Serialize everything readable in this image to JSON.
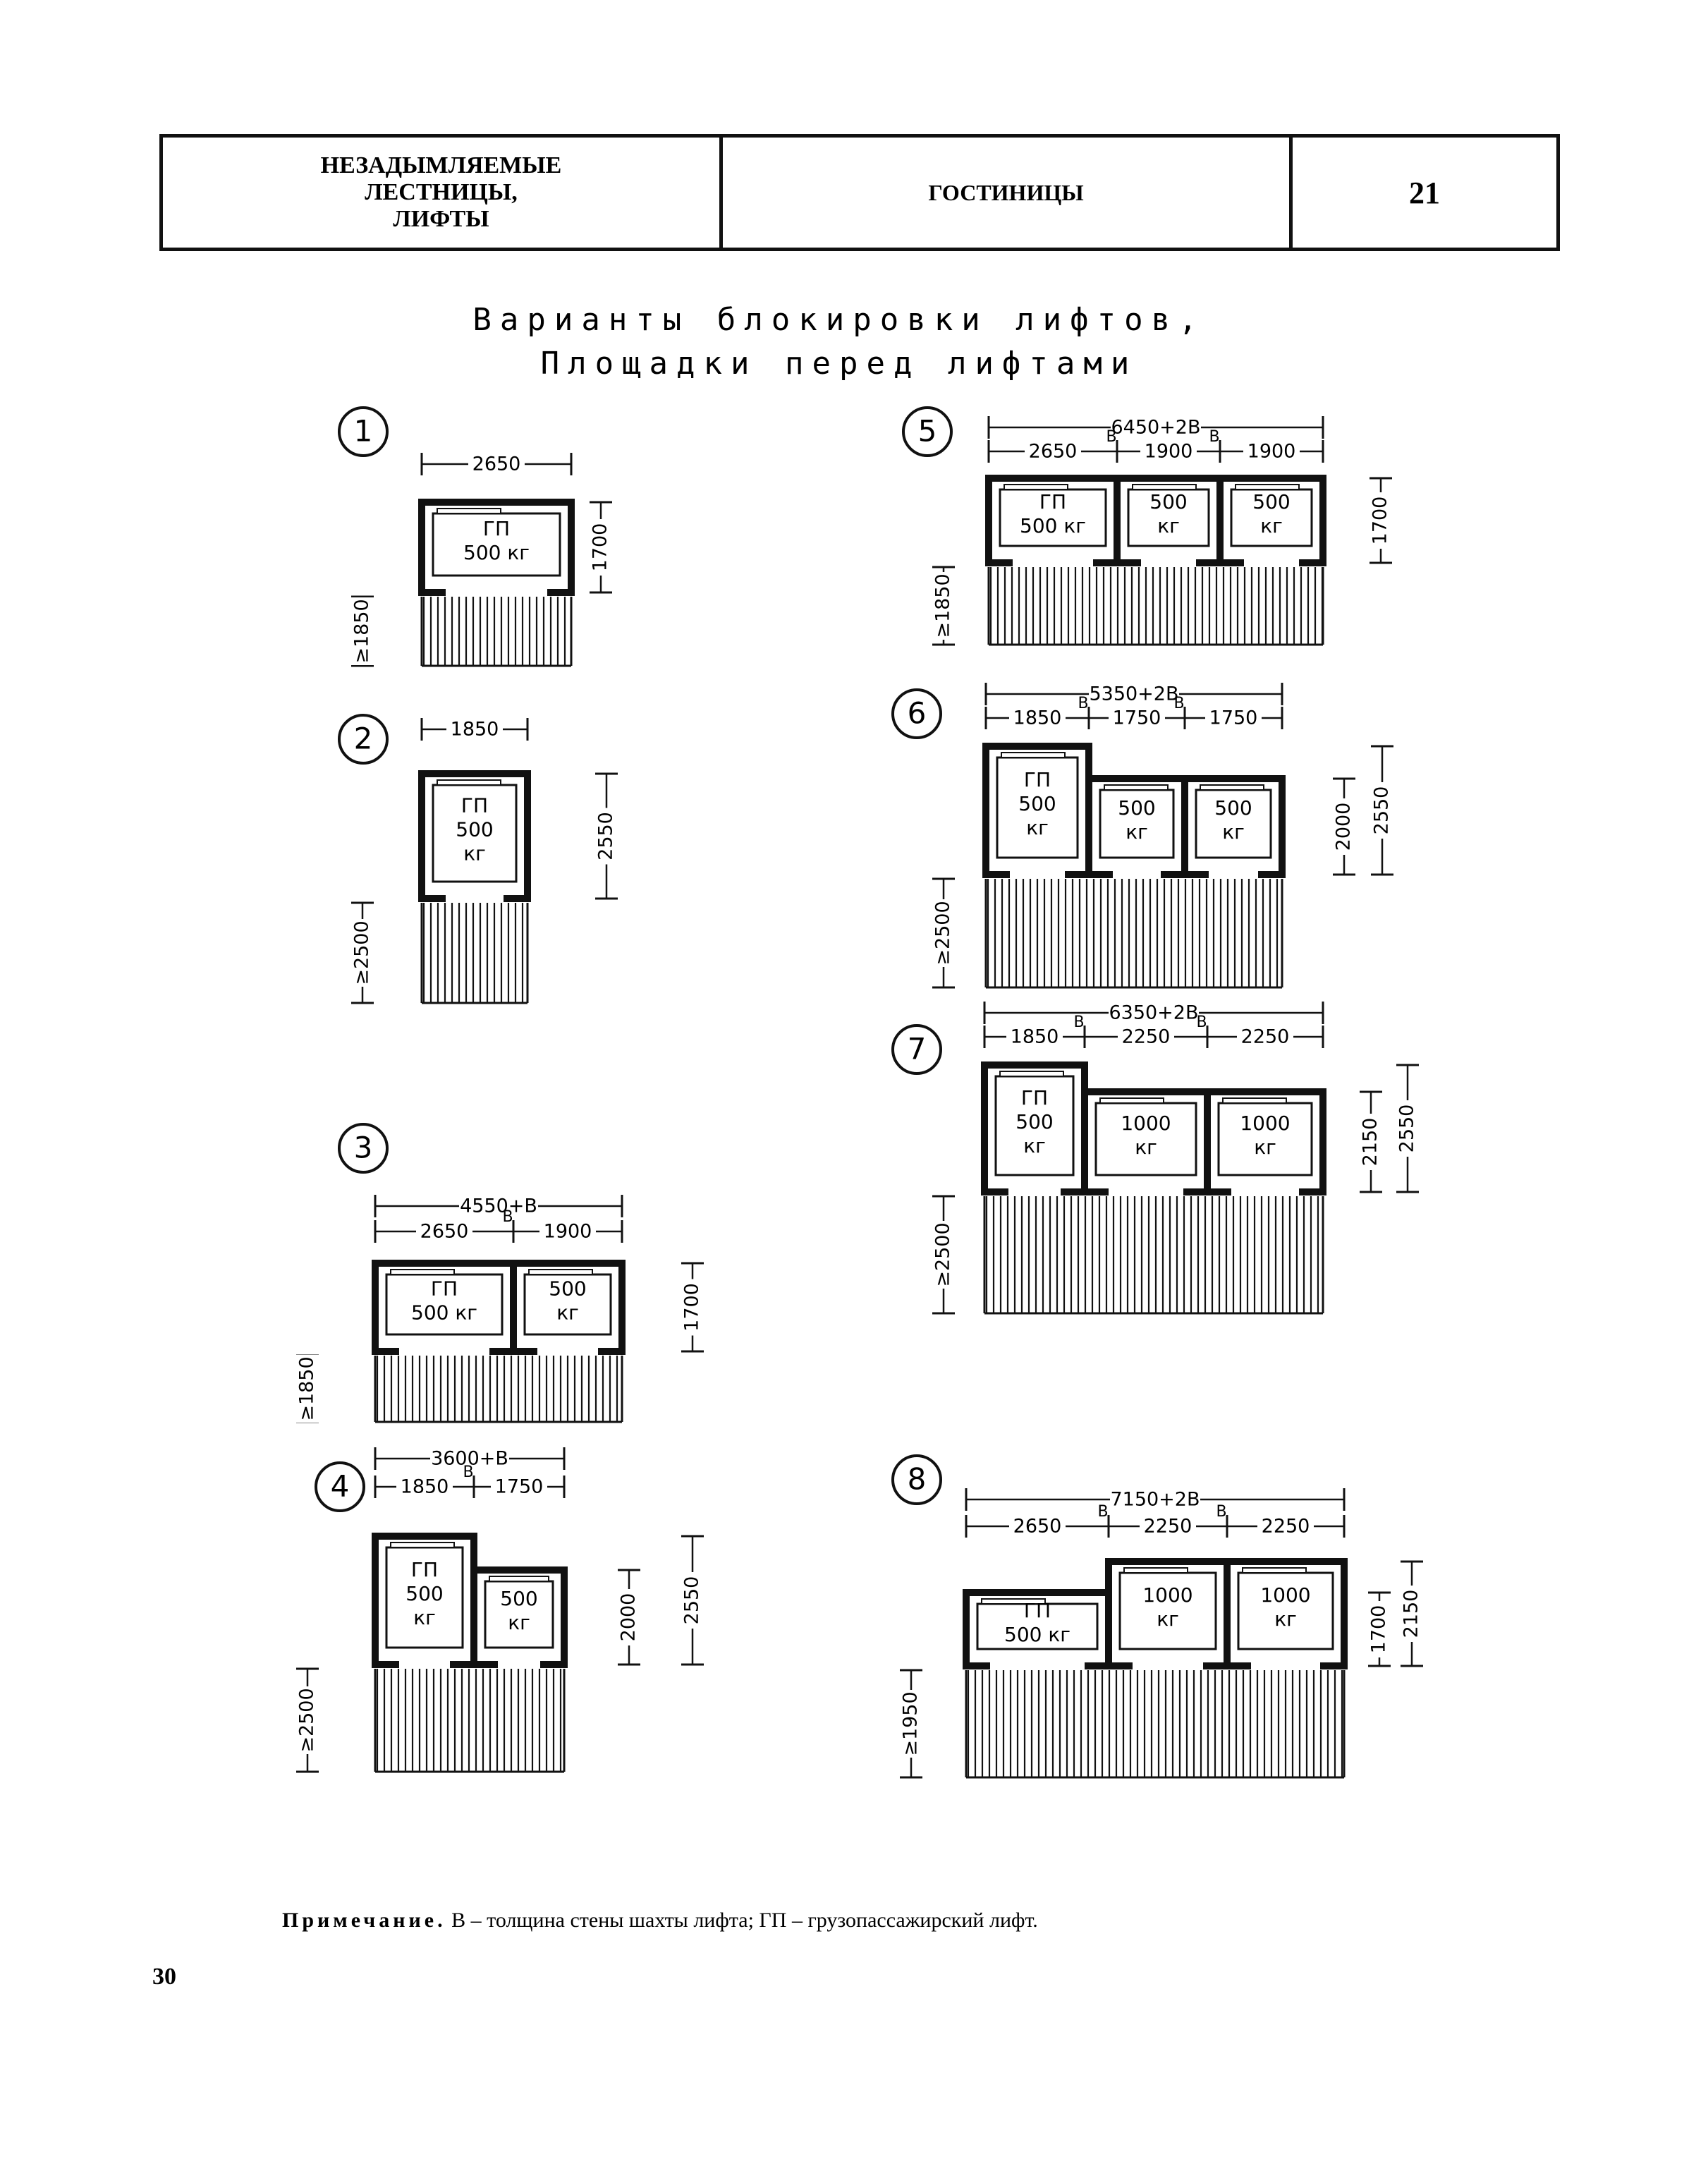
{
  "header": {
    "section": "НЕЗАДЫМЛЯЕМЫЕ\nЛЕСТНИЦЫ,\nЛИФТЫ",
    "topic": "ГОСТИНИЦЫ",
    "sheet": "21"
  },
  "title": {
    "line1": "Варианты блокировки лифтов,",
    "line2": "Площадки перед лифтами"
  },
  "variants": [
    {
      "num": "1",
      "total": "",
      "widths": [
        "2650"
      ],
      "cars": [
        [
          "ГП",
          "500 кг"
        ]
      ],
      "heights": [
        "1700"
      ],
      "landing": "≥1850"
    },
    {
      "num": "2",
      "total": "",
      "widths": [
        "1850"
      ],
      "cars": [
        [
          "ГП",
          "500",
          "кг"
        ]
      ],
      "heights": [
        "2550"
      ],
      "landing": "≥2500"
    },
    {
      "num": "3",
      "total": "4550+В",
      "widths": [
        "2650",
        "1900"
      ],
      "cars": [
        [
          "ГП",
          "500 кг"
        ],
        [
          "500",
          "кг"
        ]
      ],
      "heights": [
        "1700"
      ],
      "landing": "≥1850"
    },
    {
      "num": "4",
      "total": "3600+В",
      "widths": [
        "1850",
        "1750"
      ],
      "cars": [
        [
          "ГП",
          "500",
          "кг"
        ],
        [
          "500",
          "кг"
        ]
      ],
      "heights": [
        "2000",
        "2550"
      ],
      "landing": "≥2500"
    },
    {
      "num": "5",
      "total": "6450+2В",
      "widths": [
        "2650",
        "1900",
        "1900"
      ],
      "cars": [
        [
          "ГП",
          "500 кг"
        ],
        [
          "500",
          "кг"
        ],
        [
          "500",
          "кг"
        ]
      ],
      "heights": [
        "1700"
      ],
      "landing": "≥1850"
    },
    {
      "num": "6",
      "total": "5350+2В",
      "widths": [
        "1850",
        "1750",
        "1750"
      ],
      "cars": [
        [
          "ГП",
          "500",
          "кг"
        ],
        [
          "500",
          "кг"
        ],
        [
          "500",
          "кг"
        ]
      ],
      "heights": [
        "2000",
        "2550"
      ],
      "landing": "≥2500"
    },
    {
      "num": "7",
      "total": "6350+2В",
      "widths": [
        "1850",
        "2250",
        "2250"
      ],
      "cars": [
        [
          "ГП",
          "500",
          "кг"
        ],
        [
          "1000",
          "кг"
        ],
        [
          "1000",
          "кг"
        ]
      ],
      "heights": [
        "2150",
        "2550"
      ],
      "landing": "≥2500"
    },
    {
      "num": "8",
      "total": "7150+2В",
      "widths": [
        "2650",
        "2250",
        "2250"
      ],
      "cars": [
        [
          "ГП",
          "500 кг"
        ],
        [
          "1000",
          "кг"
        ],
        [
          "1000",
          "кг"
        ]
      ],
      "heights": [
        "1700",
        "2150"
      ],
      "landing": "≥1950"
    }
  ],
  "wall_symbol": "В",
  "note": {
    "label": "Примечание.",
    "text": " В – толщина стены шахты лифта; ГП – грузопассажирский лифт."
  },
  "page_number": "30"
}
